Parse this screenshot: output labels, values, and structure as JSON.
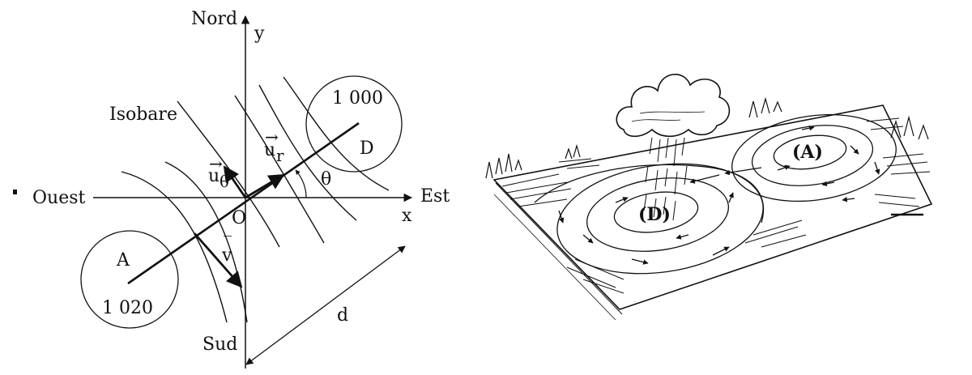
{
  "left_diagram": {
    "labels": {
      "north": "Nord",
      "south": "Sud",
      "east": "Est",
      "west": "Ouest",
      "x_axis": "x",
      "y_axis": "y",
      "origin": "O",
      "isobar": "Isobare",
      "high": "A",
      "low": "D",
      "high_pressure": "1 020",
      "low_pressure": "1 000",
      "angle": "θ",
      "distance": "d",
      "u_r": "u",
      "u_r_sub": "r",
      "u_theta": "u",
      "u_theta_sub": "θ",
      "v": "v",
      "vec_mark": "→",
      "bar_mark": "‾"
    }
  },
  "right_illustration": {
    "labels": {
      "high": "(A)",
      "low": "(D)"
    }
  },
  "colors": {
    "ink": "#111111",
    "background": "#ffffff"
  }
}
